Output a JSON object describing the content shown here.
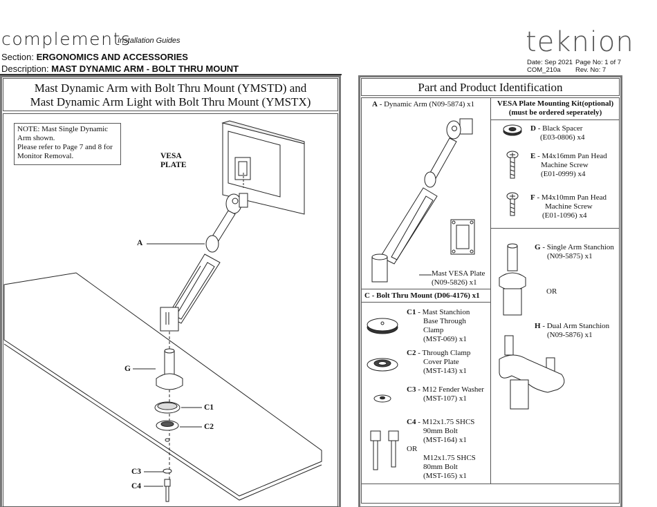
{
  "header": {
    "brand": "complements",
    "brand_sub": "Installation Guides",
    "section_label": "Section:",
    "section_value": "ERGONOMICS AND ACCESSORIES",
    "description_label": "Description:",
    "description_value": "MAST DYNAMIC ARM - BOLT THRU MOUNT",
    "logo": "teknion",
    "date": "Date: Sep 2021",
    "page": "Page No: 1 of 7",
    "doc_code": "COM_210a",
    "rev": "Rev. No: 7"
  },
  "left_panel": {
    "title_line1": "Mast Dynamic Arm with Bolt Thru Mount (YMSTD) and",
    "title_line2": "Mast Dynamic Arm Light with Bolt Thru Mount (YMSTX)",
    "note_line1": "NOTE: Mast Single Dynamic",
    "note_line2": "Arm shown.",
    "note_line3": "Please refer to Page 7 and 8 for",
    "note_line4": "Monitor Removal.",
    "vesa_label_1": "VESA",
    "vesa_label_2": "PLATE",
    "label_a": "A",
    "label_g": "G",
    "label_c1": "C1",
    "label_c2": "C2",
    "label_c3": "C3",
    "label_c4": "C4"
  },
  "right_panel": {
    "title": "Part and Product Identification",
    "a": {
      "code": "A",
      "text": " - Dynamic Arm (N09-5874) x1"
    },
    "vesa_plate": {
      "line1": "Mast VESA Plate",
      "line2": "(N09-5826) x1"
    },
    "kit_header_1": "VESA Plate Mounting Kit(optional)",
    "kit_header_2": "(must be ordered seperately)",
    "d": {
      "code": "D",
      "line1": " - Black Spacer",
      "line2": "(E03-0806) x4"
    },
    "e": {
      "code": "E",
      "line1": " - M4x16mm Pan Head",
      "line2": "Machine Screw",
      "line3": "(E01-0999) x4"
    },
    "f": {
      "code": "F",
      "line1": " - M4x10mm Pan Head",
      "line2": "Machine Screw",
      "line3": "(E01-1096) x4"
    },
    "g": {
      "code": "G",
      "line1": " - Single Arm Stanchion",
      "line2": "(N09-5875) x1"
    },
    "or_1": "OR",
    "h": {
      "code": "H",
      "line1": " - Dual Arm Stanchion",
      "line2": "(N09-5876) x1"
    },
    "c_header": "C - Bolt Thru Mount (D06-4176) x1",
    "c1": {
      "code": "C1",
      "line1": " - Mast Stanchion",
      "line2": "Base Through",
      "line3": "Clamp",
      "line4": "(MST-069) x1"
    },
    "c2": {
      "code": "C2",
      "line1": " - Through Clamp",
      "line2": "Cover Plate",
      "line3": "(MST-143) x1"
    },
    "c3": {
      "code": "C3",
      "line1": " - M12 Fender Washer",
      "line2": "(MST-107) x1"
    },
    "c4": {
      "code": "C4",
      "line1": " - M12x1.75 SHCS",
      "line2": "90mm Bolt",
      "line3": "(MST-164) x1"
    },
    "or_2": "OR",
    "c4b": {
      "line1": "M12x1.75 SHCS",
      "line2": "80mm Bolt",
      "line3": "(MST-165) x1"
    }
  }
}
